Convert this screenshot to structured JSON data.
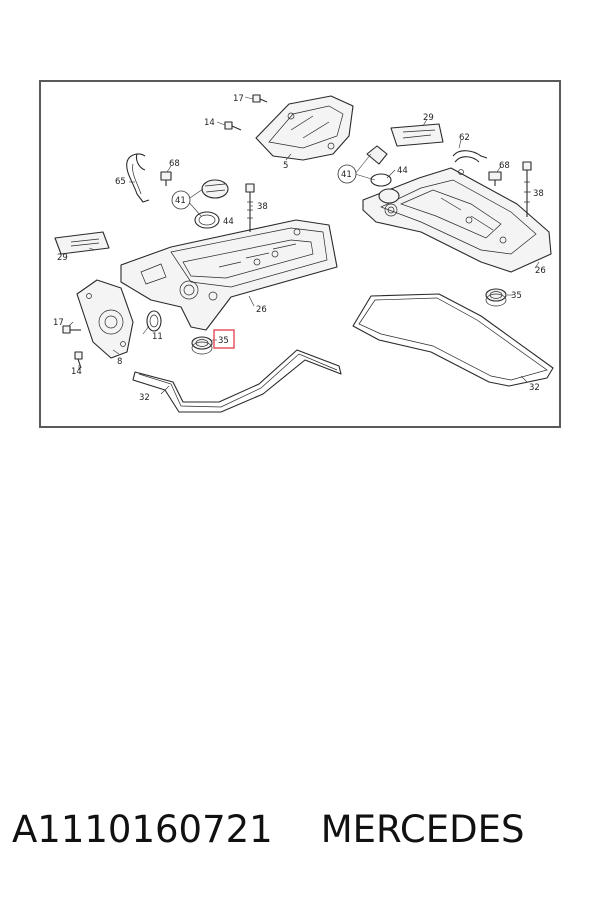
{
  "diagram": {
    "callouts": {
      "c17a": "17",
      "c14a": "14",
      "c5": "5",
      "c29a": "29",
      "c62": "62",
      "c65": "65",
      "c68a": "68",
      "c41a": "41",
      "c44a": "44",
      "c38a": "38",
      "c41b": "41",
      "c44b": "44",
      "c68b": "68",
      "c38b": "38",
      "c29b": "29",
      "c26a": "26",
      "c26b": "26",
      "c35a": "35",
      "c35b": "35",
      "c17b": "17",
      "c11": "11",
      "c14b": "14",
      "c8": "8",
      "c32a": "32",
      "c32b": "32"
    },
    "highlight_color": "#e0303a"
  },
  "footer": {
    "part_number": "A1110160721",
    "brand": "MERCEDES"
  }
}
